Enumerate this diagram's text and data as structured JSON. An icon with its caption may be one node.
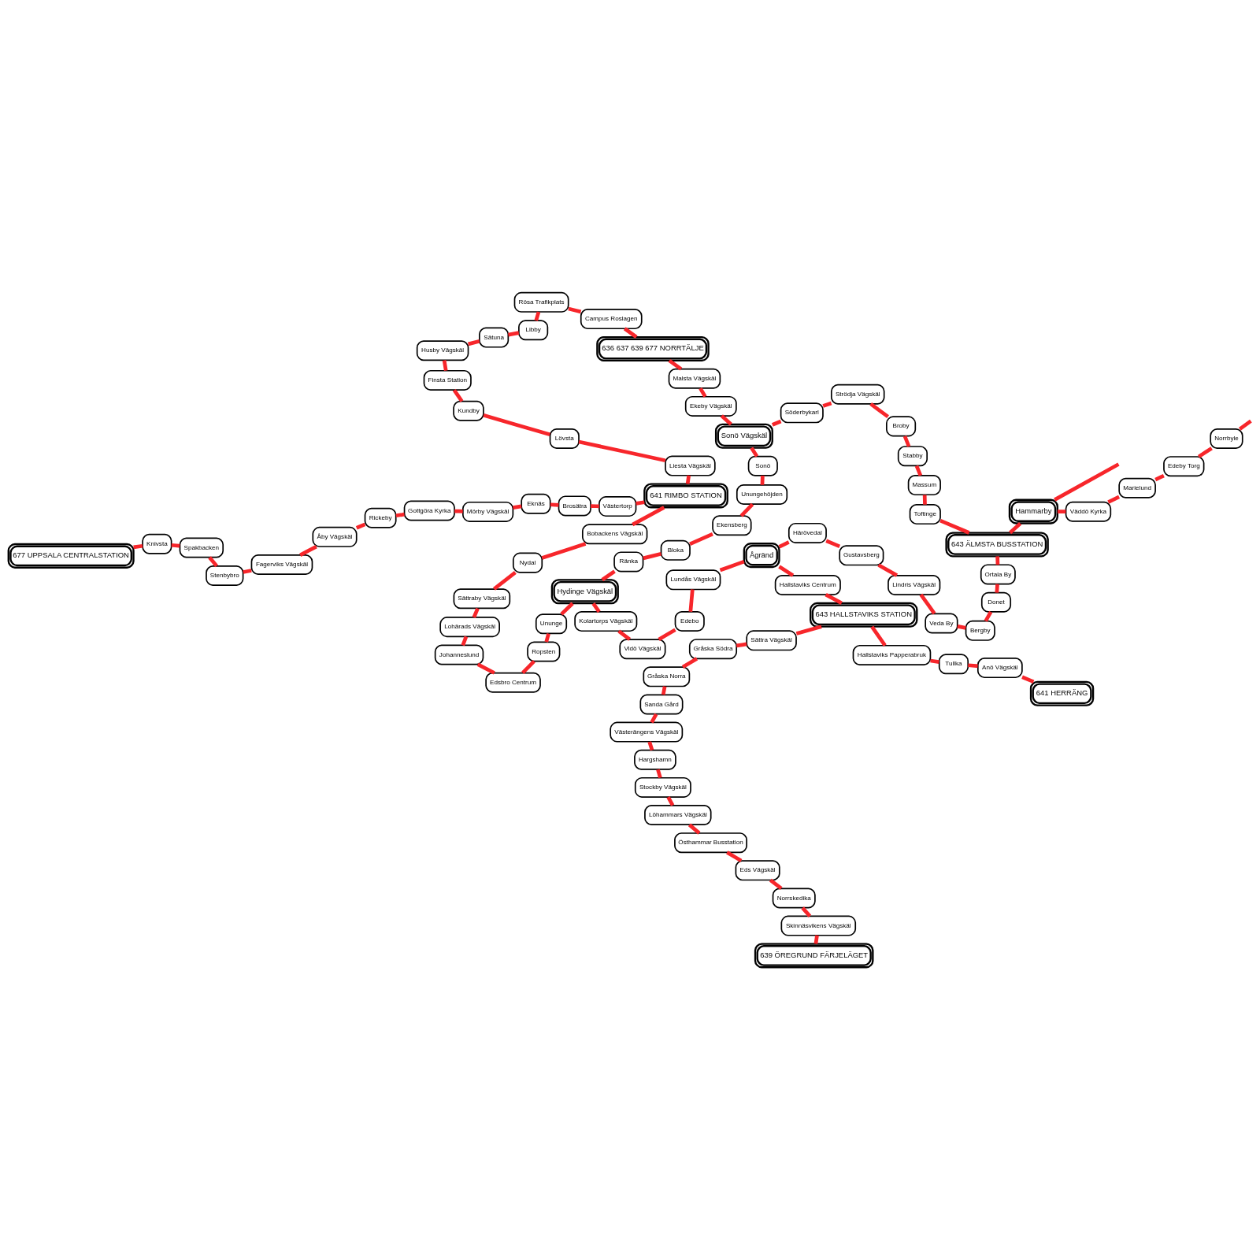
{
  "diagram": {
    "nodes": [
      {
        "text": [
          "639 ÖREGRUND FÄRJELÄGET"
        ]
      },
      {
        "text": [
          "Skinnäsvikens Vägskäl"
        ]
      },
      {
        "text": [
          "Norrskedika"
        ]
      },
      {
        "text": [
          "Eds Vägskäl"
        ]
      },
      {
        "text": [
          "Östhammar Busstation"
        ]
      },
      {
        "text": [
          "Löhammars Vägskäl"
        ]
      },
      {
        "text": [
          "Stockby Vägskäl"
        ]
      },
      {
        "text": [
          "Hargshamn"
        ]
      },
      {
        "text": [
          "Västerängens Vägskäl"
        ]
      },
      {
        "text": [
          "Sanda Gård"
        ]
      },
      {
        "text": [
          "Gråska Norra"
        ]
      },
      {
        "text": [
          "Gråska Södra"
        ]
      },
      {
        "text": [
          "Sättra Vägskäl"
        ]
      },
      {
        "text": [
          "643 HALLSTAVIKS STATION"
        ]
      },
      {
        "text": [
          "Hallstaviks Papperabruk"
        ]
      },
      {
        "text": [
          "Tullka"
        ]
      },
      {
        "text": [
          "Anö Vägskäl"
        ]
      },
      {
        "text": [
          "641 HERRÄNG"
        ]
      },
      {
        "text": [
          "Hallstaviks Centrum"
        ]
      },
      {
        "text": [
          "Ågränd"
        ]
      },
      {
        "text": [
          "Härövedal"
        ]
      },
      {
        "text": [
          "Gustavsberg"
        ]
      },
      {
        "text": [
          "Lindris Vägskäl"
        ]
      },
      {
        "text": [
          "Veda By"
        ]
      },
      {
        "text": [
          "Bergby"
        ]
      },
      {
        "text": [
          "Donet"
        ]
      },
      {
        "text": [
          "Ortala By"
        ]
      },
      {
        "text": [
          "643 ÄLMSTA BUSSTATION"
        ]
      },
      {
        "text": [
          "Hammarby"
        ]
      },
      {
        "text": [
          "Väddö Kyrka"
        ]
      },
      {
        "text": [
          "Marielund"
        ]
      },
      {
        "text": [
          "Edeby Torg"
        ]
      },
      {
        "text": [
          "Norrbyle"
        ]
      },
      {
        "text": [
          "Toftinge"
        ]
      },
      {
        "text": [
          "Massum"
        ]
      },
      {
        "text": [
          "Stabby"
        ]
      },
      {
        "text": [
          "Broby"
        ]
      },
      {
        "text": [
          "Strödja Vägskäl"
        ]
      },
      {
        "text": [
          "Söderbykarl"
        ]
      },
      {
        "text": [
          "Sonö Vägskäl"
        ]
      },
      {
        "text": [
          "Lundås Vägskäl"
        ]
      },
      {
        "text": [
          "Edebo"
        ]
      },
      {
        "text": [
          "Vidö Vägskäl"
        ]
      },
      {
        "text": [
          "Kolartorps Vägskäl"
        ]
      },
      {
        "text": [
          "Hydinge Vägskäl"
        ]
      },
      {
        "text": [
          "Ränka"
        ]
      },
      {
        "text": [
          "Bloka"
        ]
      },
      {
        "text": [
          "Ekensberg"
        ]
      },
      {
        "text": [
          "Unungehöjden"
        ]
      },
      {
        "text": [
          "Sonö"
        ]
      },
      {
        "text": [
          "Ekeby Vägskäl"
        ]
      },
      {
        "text": [
          "Malsta Vägskäl"
        ]
      },
      {
        "text": [
          "636 637 639 677 NORRTÄLJE"
        ]
      },
      {
        "text": [
          "Ununge"
        ]
      },
      {
        "text": [
          "Ropsten"
        ]
      },
      {
        "text": [
          "Edsbro Centrum"
        ]
      },
      {
        "text": [
          "Johanneslund"
        ]
      },
      {
        "text": [
          "Lohärads Vägskäl"
        ]
      },
      {
        "text": [
          "Sättraby Vägskäl"
        ]
      },
      {
        "text": [
          "Nydal"
        ]
      },
      {
        "text": [
          "Bobackens Vägskäl"
        ]
      },
      {
        "text": [
          "641 RIMBO STATION"
        ]
      },
      {
        "text": [
          "Västertorp"
        ]
      },
      {
        "text": [
          "Brosätra"
        ]
      },
      {
        "text": [
          "Eknäs"
        ]
      },
      {
        "text": [
          "Mörby Vägskäl"
        ]
      },
      {
        "text": [
          "Gottgöra Kyrka"
        ]
      },
      {
        "text": [
          "Rickeby"
        ]
      },
      {
        "text": [
          "Åby Vägskäl"
        ]
      },
      {
        "text": [
          "Fagerviks Vägskäl"
        ]
      },
      {
        "text": [
          "Stenbybro"
        ]
      },
      {
        "text": [
          "Spakbacken"
        ]
      },
      {
        "text": [
          "Knivsta"
        ]
      },
      {
        "text": [
          "677 UPPSALA CENTRALSTATION"
        ]
      },
      {
        "text": [
          "Liesta Vägskäl"
        ]
      },
      {
        "text": [
          "Lövsta"
        ]
      },
      {
        "text": [
          "Kundby"
        ]
      },
      {
        "text": [
          "Finsta Station"
        ]
      },
      {
        "text": [
          "Husby Vägskäl"
        ]
      },
      {
        "text": [
          "Sätuna"
        ]
      },
      {
        "text": [
          "Libby"
        ]
      },
      {
        "text": [
          "Rösa Trafikplats"
        ]
      },
      {
        "text": [
          "Campus Roslagen"
        ]
      }
    ],
    "edges": [
      {
        "from": 0,
        "to": 1,
        "arrow": "none"
      },
      {
        "from": 1,
        "to": 2,
        "arrow": "none"
      },
      {
        "from": 2,
        "to": 3,
        "arrow": "none"
      },
      {
        "from": 3,
        "to": 4,
        "arrow": "none"
      },
      {
        "from": 4,
        "to": 5,
        "arrow": "none"
      },
      {
        "from": 5,
        "to": 6,
        "arrow": "none"
      },
      {
        "from": 6,
        "to": 7,
        "arrow": "none"
      },
      {
        "from": 7,
        "to": 8,
        "arrow": "none"
      },
      {
        "from": 8,
        "to": 9,
        "arrow": "none"
      },
      {
        "from": 9,
        "to": 10,
        "arrow": "none"
      },
      {
        "from": 10,
        "to": 11,
        "arrow": "none"
      },
      {
        "from": 11,
        "to": 12,
        "arrow": "none"
      },
      {
        "from": 12,
        "to": 13,
        "arrow": "none"
      },
      {
        "from": 13,
        "to": 14,
        "arrow": "none"
      },
      {
        "from": 14,
        "to": 15,
        "arrow": "none"
      },
      {
        "from": 15,
        "to": 16,
        "arrow": "none"
      },
      {
        "from": 16,
        "to": 17,
        "arrow": "none"
      },
      {
        "from": 13,
        "to": 18,
        "arrow": "none"
      },
      {
        "from": 18,
        "to": 19,
        "arrow": "none"
      },
      {
        "from": 19,
        "to": 20,
        "arrow": "none"
      },
      {
        "from": 20,
        "to": 21,
        "arrow": "none"
      },
      {
        "from": 21,
        "to": 22,
        "arrow": "none"
      },
      {
        "from": 22,
        "to": 23,
        "arrow": "none"
      },
      {
        "from": 23,
        "to": 24,
        "arrow": "none"
      },
      {
        "from": 24,
        "to": 25,
        "arrow": "none"
      },
      {
        "from": 25,
        "to": 26,
        "arrow": "none"
      },
      {
        "from": 26,
        "to": 27,
        "arrow": "none"
      },
      {
        "from": 27,
        "to": 28,
        "arrow": "none"
      },
      {
        "from": 28,
        "to": 29,
        "arrow": "none"
      },
      {
        "from": 29,
        "to": 30,
        "arrow": "none"
      },
      {
        "from": 30,
        "to": 31,
        "arrow": "none"
      },
      {
        "from": 31,
        "to": 32,
        "arrow": "none"
      },
      {
        "from": 32,
        "to": null,
        "arrow": "none"
      },
      {
        "from": 28,
        "to": null,
        "arrow": "none"
      },
      {
        "from": 27,
        "to": 33,
        "arrow": "none"
      },
      {
        "from": 33,
        "to": 34,
        "arrow": "none"
      },
      {
        "from": 34,
        "to": 35,
        "arrow": "none"
      },
      {
        "from": 35,
        "to": 36,
        "arrow": "none"
      },
      {
        "from": 36,
        "to": 37,
        "arrow": "none"
      },
      {
        "from": 37,
        "to": 38,
        "arrow": "none"
      },
      {
        "from": 38,
        "to": 39,
        "arrow": "none"
      },
      {
        "from": 19,
        "to": 40,
        "arrow": "none"
      },
      {
        "from": 40,
        "to": 41,
        "arrow": "none"
      },
      {
        "from": 41,
        "to": 42,
        "arrow": "none"
      },
      {
        "from": 42,
        "to": 43,
        "arrow": "none"
      },
      {
        "from": 43,
        "to": 44,
        "arrow": "none"
      },
      {
        "from": 44,
        "to": 45,
        "arrow": "none"
      },
      {
        "from": 45,
        "to": 46,
        "arrow": "none"
      },
      {
        "from": 46,
        "to": 47,
        "arrow": "none"
      },
      {
        "from": 47,
        "to": 48,
        "arrow": "none"
      },
      {
        "from": 48,
        "to": 49,
        "arrow": "none"
      },
      {
        "from": 49,
        "to": 39,
        "arrow": "none"
      },
      {
        "from": 39,
        "to": 50,
        "arrow": "none"
      },
      {
        "from": 50,
        "to": 51,
        "arrow": "none"
      },
      {
        "from": 51,
        "to": 52,
        "arrow": "none"
      },
      {
        "from": 44,
        "to": 53,
        "arrow": "none"
      },
      {
        "from": 53,
        "to": 54,
        "arrow": "none"
      },
      {
        "from": 54,
        "to": 55,
        "arrow": "none"
      },
      {
        "from": 55,
        "to": 56,
        "arrow": "none"
      },
      {
        "from": 56,
        "to": 57,
        "arrow": "none"
      },
      {
        "from": 57,
        "to": 58,
        "arrow": "none"
      },
      {
        "from": 58,
        "to": 59,
        "arrow": "none"
      },
      {
        "from": 59,
        "to": 60,
        "arrow": "none"
      },
      {
        "from": 60,
        "to": 61,
        "arrow": "none"
      },
      {
        "from": 61,
        "to": 62,
        "arrow": "none"
      },
      {
        "from": 62,
        "to": 63,
        "arrow": "none"
      },
      {
        "from": 63,
        "to": 64,
        "arrow": "none"
      },
      {
        "from": 64,
        "to": 65,
        "arrow": "none"
      },
      {
        "from": 65,
        "to": 66,
        "arrow": "none"
      },
      {
        "from": 66,
        "to": 67,
        "arrow": "none"
      },
      {
        "from": 67,
        "to": 68,
        "arrow": "none"
      },
      {
        "from": 68,
        "to": 69,
        "arrow": "none"
      },
      {
        "from": 69,
        "to": 70,
        "arrow": "none"
      },
      {
        "from": 70,
        "to": 71,
        "arrow": "none"
      },
      {
        "from": 71,
        "to": 72,
        "arrow": "none"
      },
      {
        "from": 72,
        "to": 73,
        "arrow": "none"
      },
      {
        "from": 61,
        "to": 74,
        "arrow": "none"
      },
      {
        "from": 74,
        "to": 75,
        "arrow": "none"
      },
      {
        "from": 75,
        "to": 76,
        "arrow": "none"
      },
      {
        "from": 76,
        "to": 77,
        "arrow": "none"
      },
      {
        "from": 77,
        "to": 78,
        "arrow": "none"
      },
      {
        "from": 78,
        "to": 79,
        "arrow": "none"
      },
      {
        "from": 79,
        "to": 80,
        "arrow": "none"
      },
      {
        "from": 80,
        "to": 81,
        "arrow": "none"
      },
      {
        "from": 81,
        "to": 82,
        "arrow": "none"
      },
      {
        "from": 82,
        "to": 52,
        "arrow": "none"
      }
    ]
  }
}
